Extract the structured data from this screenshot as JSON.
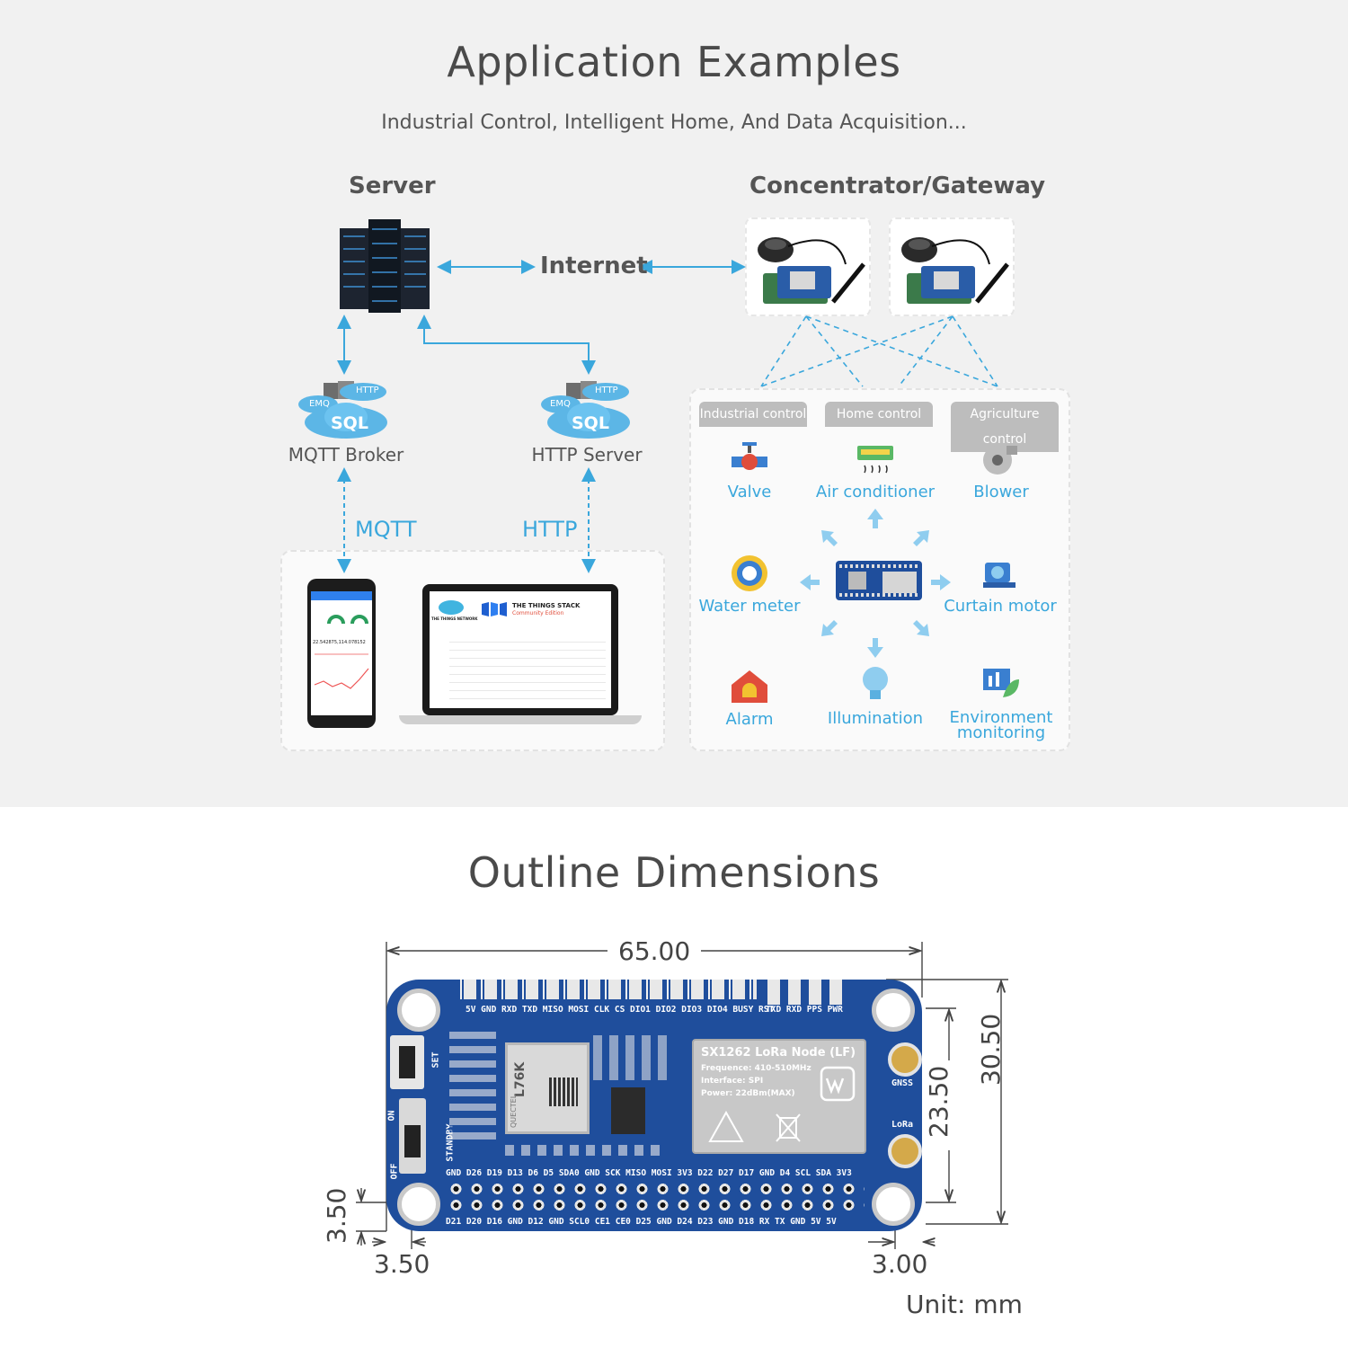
{
  "app": {
    "title": "Application Examples",
    "subtitle": "Industrial Control, Intelligent Home, And Data Acquisition..."
  },
  "diagram": {
    "server_heading": "Server",
    "gateway_heading": "Concentrator/Gateway",
    "internet_label": "Internet",
    "mqtt_broker_label": "MQTT Broker",
    "http_server_label": "HTTP Server",
    "mqtt_protocol": "MQTT",
    "http_protocol": "HTTP",
    "cloud_tags": {
      "emq": "EMQ",
      "http": "HTTP",
      "sql": "SQL"
    },
    "laptop_brand": "THE THINGS STACK",
    "laptop_edition": "Community Edition",
    "laptop_network": "THE THINGS NETWORK",
    "phone_coords": "22.542875,114.078152",
    "tabs": [
      "Industrial control",
      "Home control",
      "Agriculture control"
    ],
    "devices": [
      {
        "label": "Valve",
        "icon": "valve-icon"
      },
      {
        "label": "Air conditioner",
        "icon": "air-conditioner-icon"
      },
      {
        "label": "Blower",
        "icon": "blower-icon"
      },
      {
        "label": "Water meter",
        "icon": "water-meter-icon"
      },
      {
        "label": "Curtain motor",
        "icon": "curtain-motor-icon"
      },
      {
        "label": "Alarm",
        "icon": "alarm-icon"
      },
      {
        "label": "Illumination",
        "icon": "illumination-icon"
      },
      {
        "label": "Environment monitoring",
        "icon": "environment-monitoring-icon"
      }
    ],
    "colors": {
      "accent": "#3aa7dc",
      "pcb": "#1f4e9c",
      "tab": "#bdbdbd"
    }
  },
  "outline": {
    "title": "Outline Dimensions",
    "width_dim": "65.00",
    "inner_height_dim": "23.50",
    "height_dim": "30.50",
    "left_offset_dim": "3.50",
    "bottom_offset_dim": "3.50",
    "right_offset_dim": "3.00",
    "unit": "Unit: mm",
    "board": {
      "module_title": "SX1262 LoRa Node (LF)",
      "frequence": "Frequence: 410-510MHz",
      "interface": "Interface: SPI",
      "power": "Power: 22dBm(MAX)",
      "gnss_label": "GNSS",
      "lora_label": "LoRa",
      "set_label": "SET",
      "on_label": "ON",
      "standby_label": "STANDBY",
      "off_label": "OFF",
      "gps_module": "L76K",
      "gps_brand": "QUECTEL",
      "top_pins": "5V GND RXD TXD MISO MOSI CLK CS DIO1 DIO2 DIO3 DIO4 BUSY RST",
      "top_right_pins": "TXD RXD PPS PWR",
      "row1_pins": "GND D26 D19 D13 D6 D5 SDA0 GND SCK MISO MOSI 3V3 D22 D27 D17 GND D4 SCL SDA 3V3",
      "row2_pins": "D21 D20 D16 GND D12 GND SCL0 CE1 CE0 D25 GND D24 D23 GND D18 RX TX GND 5V 5V"
    }
  }
}
